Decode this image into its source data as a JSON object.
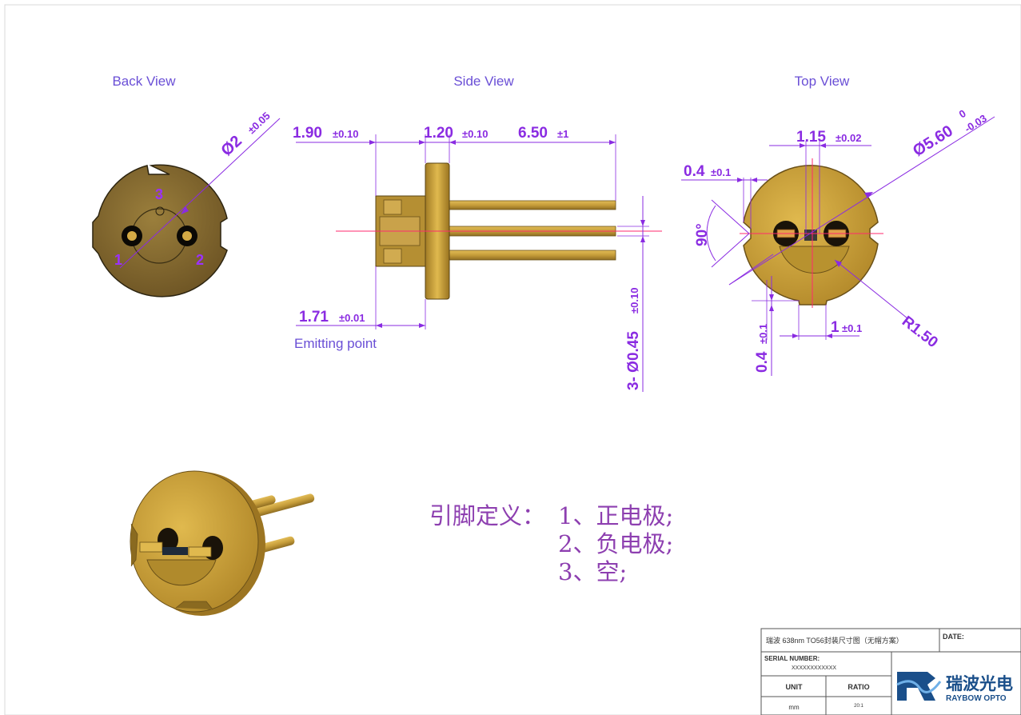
{
  "views": {
    "back": "Back View",
    "side": "Side View",
    "top": "Top View"
  },
  "back_view": {
    "diameter": "Ø2",
    "diameter_tol": "±0.05",
    "pin1": "1",
    "pin2": "2",
    "pin3": "3"
  },
  "side_view": {
    "d1": "1.90",
    "d1_tol": "±0.10",
    "d2": "1.20",
    "d2_tol": "±0.10",
    "d3": "6.50",
    "d3_tol": "±1",
    "emit": "1.71",
    "emit_tol": "±0.01",
    "emit_label": "Emitting point",
    "pin_dia": "3- Ø0.45",
    "pin_dia_tol": "±0.10"
  },
  "top_view": {
    "width": "1.15",
    "width_tol": "±0.02",
    "diameter": "Ø5.60",
    "diameter_tol_upper": "0",
    "diameter_tol_lower": "-0.03",
    "notch": "0.4",
    "notch_tol": "±0.1",
    "angle": "90°",
    "notch2": "0.4",
    "notch2_tol": "±0.1",
    "slot": "1",
    "slot_tol": "±0.1",
    "radius": "R1.50"
  },
  "pin_def": {
    "title": "引脚定义：",
    "line1": "1、正电极;",
    "line2": "2、负电极;",
    "line3": "3、空;"
  },
  "title_block": {
    "title": "瑞波 638nm TO56封装尺寸图（无帽方案）",
    "date_label": "DATE:",
    "serial_label": "SERIAL NUMBER:",
    "serial_value": "XXXXXXXXXXXX",
    "unit_label": "UNIT",
    "ratio_label": "RATIO",
    "unit_value": "mm",
    "ratio_value": "20:1",
    "logo_cn": "瑞波光电",
    "logo_en": "RAYBOW OPTO"
  },
  "colors": {
    "dimension": "#8a2be2",
    "gold": "#c69d3a",
    "body": "#8a6e30",
    "centerline": "#ff2a6d"
  }
}
